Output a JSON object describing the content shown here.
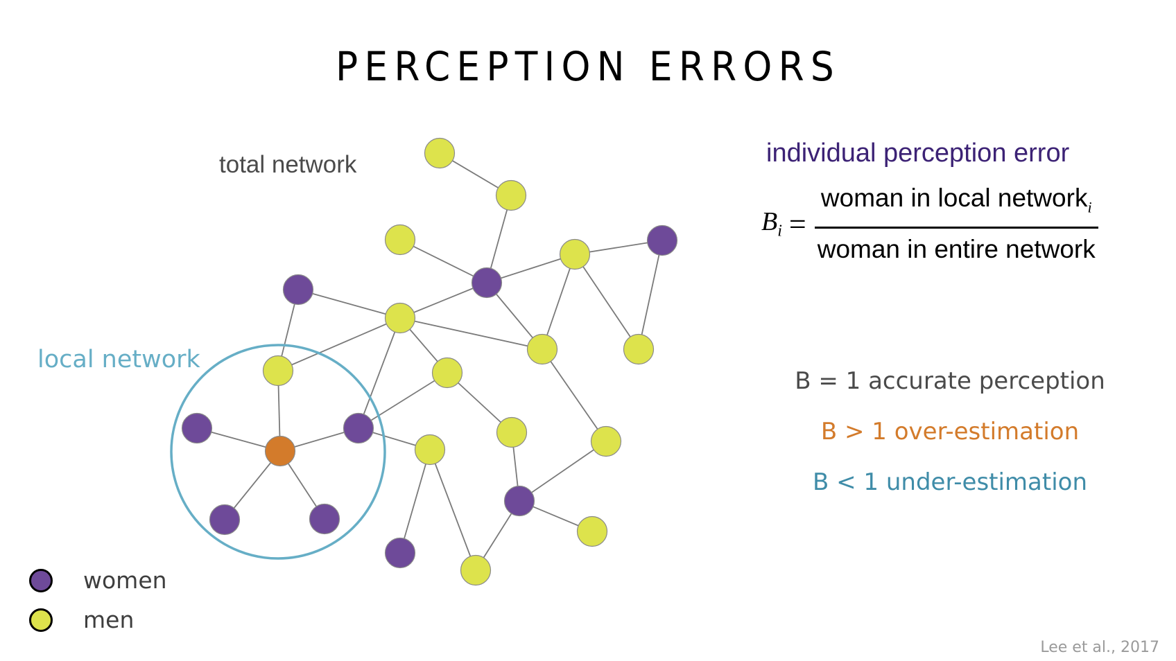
{
  "slide": {
    "title": "PERCEPTION ERRORS",
    "citation": "Lee et al., 2017"
  },
  "colors": {
    "women": "#6e4a99",
    "men": "#dde34c",
    "ego": "#d37b2b",
    "edge": "#7a7a7a",
    "node_stroke": "#8a8a8a",
    "local_circle": "#66aec6",
    "formula_title": "#3c2275",
    "accurate": "#4a4a4a",
    "over": "#d37b2b",
    "under": "#3f8ca8"
  },
  "labels": {
    "total_network": "total network",
    "local_network": "local network"
  },
  "formula": {
    "title": "individual perception error",
    "lhs_symbol": "B",
    "lhs_subscript": "i",
    "equals": "=",
    "numerator": "woman in local network",
    "numerator_subscript": "i",
    "denominator": "woman in entire network"
  },
  "interpretation": [
    {
      "text": "B = 1 accurate perception",
      "meaning": "accurate"
    },
    {
      "text": "B > 1 over-estimation",
      "meaning": "over"
    },
    {
      "text": "B < 1 under-estimation",
      "meaning": "under"
    }
  ],
  "legend": {
    "women": "women",
    "men": "men"
  },
  "network": {
    "nodes": [
      {
        "id": "n1",
        "gender": "men"
      },
      {
        "id": "n2",
        "gender": "men"
      },
      {
        "id": "n3",
        "gender": "men"
      },
      {
        "id": "n4",
        "gender": "women"
      },
      {
        "id": "n5",
        "gender": "men"
      },
      {
        "id": "n6",
        "gender": "women"
      },
      {
        "id": "n7",
        "gender": "women"
      },
      {
        "id": "n8",
        "gender": "men"
      },
      {
        "id": "n9",
        "gender": "men"
      },
      {
        "id": "n10",
        "gender": "men"
      },
      {
        "id": "n11",
        "gender": "men",
        "local": true
      },
      {
        "id": "n12",
        "gender": "men"
      },
      {
        "id": "n13",
        "gender": "women",
        "local": true
      },
      {
        "id": "n14",
        "gender": "ego",
        "local": true
      },
      {
        "id": "n15",
        "gender": "women",
        "local": true
      },
      {
        "id": "n16",
        "gender": "men"
      },
      {
        "id": "n17",
        "gender": "men"
      },
      {
        "id": "n18",
        "gender": "men"
      },
      {
        "id": "n19",
        "gender": "women"
      },
      {
        "id": "n20",
        "gender": "men"
      },
      {
        "id": "n21",
        "gender": "women",
        "local": true
      },
      {
        "id": "n22",
        "gender": "women",
        "local": true
      },
      {
        "id": "n23",
        "gender": "women"
      },
      {
        "id": "n24",
        "gender": "men"
      }
    ],
    "edges": [
      [
        "n1",
        "n2"
      ],
      [
        "n2",
        "n4"
      ],
      [
        "n3",
        "n4"
      ],
      [
        "n4",
        "n5"
      ],
      [
        "n4",
        "n8"
      ],
      [
        "n4",
        "n9"
      ],
      [
        "n5",
        "n6"
      ],
      [
        "n5",
        "n9"
      ],
      [
        "n5",
        "n10"
      ],
      [
        "n6",
        "n10"
      ],
      [
        "n7",
        "n8"
      ],
      [
        "n7",
        "n11"
      ],
      [
        "n8",
        "n11"
      ],
      [
        "n8",
        "n9"
      ],
      [
        "n8",
        "n12"
      ],
      [
        "n8",
        "n15"
      ],
      [
        "n12",
        "n15"
      ],
      [
        "n12",
        "n17"
      ],
      [
        "n9",
        "n18"
      ],
      [
        "n11",
        "n14"
      ],
      [
        "n13",
        "n14"
      ],
      [
        "n14",
        "n15"
      ],
      [
        "n14",
        "n21"
      ],
      [
        "n14",
        "n22"
      ],
      [
        "n15",
        "n16"
      ],
      [
        "n16",
        "n23"
      ],
      [
        "n16",
        "n24"
      ],
      [
        "n17",
        "n19"
      ],
      [
        "n18",
        "n19"
      ],
      [
        "n19",
        "n20"
      ],
      [
        "n19",
        "n24"
      ]
    ]
  }
}
